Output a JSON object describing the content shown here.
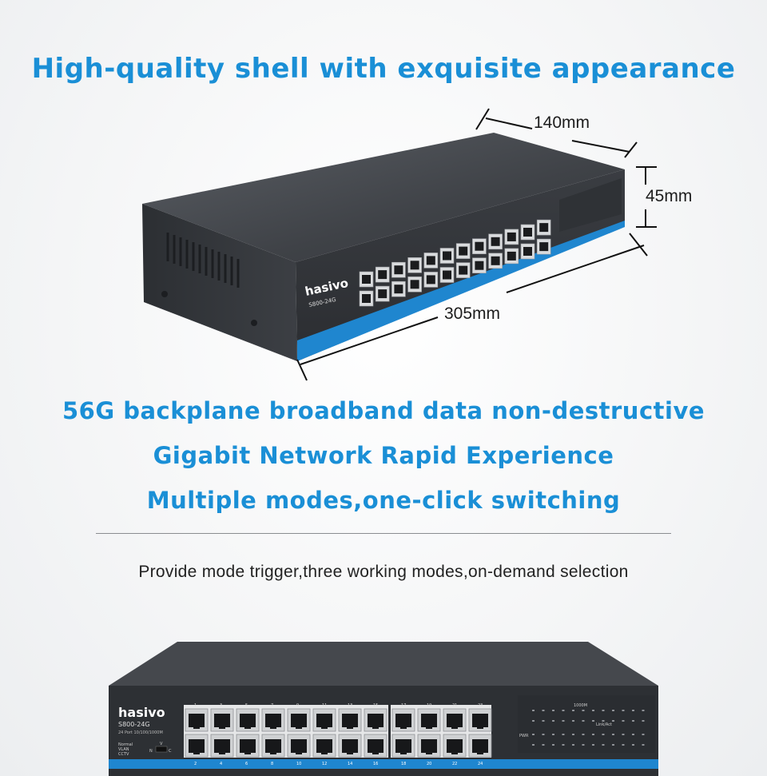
{
  "headline": "High-quality shell with exquisite appearance",
  "dimensions": {
    "depth": "140mm",
    "height": "45mm",
    "width": "305mm"
  },
  "features": [
    "56G backplane broadband data non-destructive",
    "Gigabit Network Rapid Experience",
    "Multiple modes,one-click switching"
  ],
  "subtitle": "Provide mode trigger,three working modes,on-demand selection",
  "product": {
    "brand": "hasivo",
    "model": "S800-24G",
    "spec": "24 Port 10/100/1000M",
    "modes": [
      "Normal",
      "VLAN",
      "CCTV"
    ],
    "switch_labels": [
      "N",
      "V",
      "C"
    ],
    "port_numbers_top": [
      "1",
      "3",
      "5",
      "7",
      "9",
      "11",
      "13",
      "15",
      "17",
      "19",
      "21",
      "23"
    ],
    "port_numbers_bottom": [
      "2",
      "4",
      "6",
      "8",
      "10",
      "12",
      "14",
      "16",
      "18",
      "20",
      "22",
      "24"
    ],
    "led_speed_label": "1000M",
    "led_link_label": "Link/Act",
    "pwr_label": "PWR"
  },
  "colors": {
    "accent": "#1a8fd6",
    "chassis": "#3a3d42",
    "front_stripe": "#1f86cf"
  }
}
